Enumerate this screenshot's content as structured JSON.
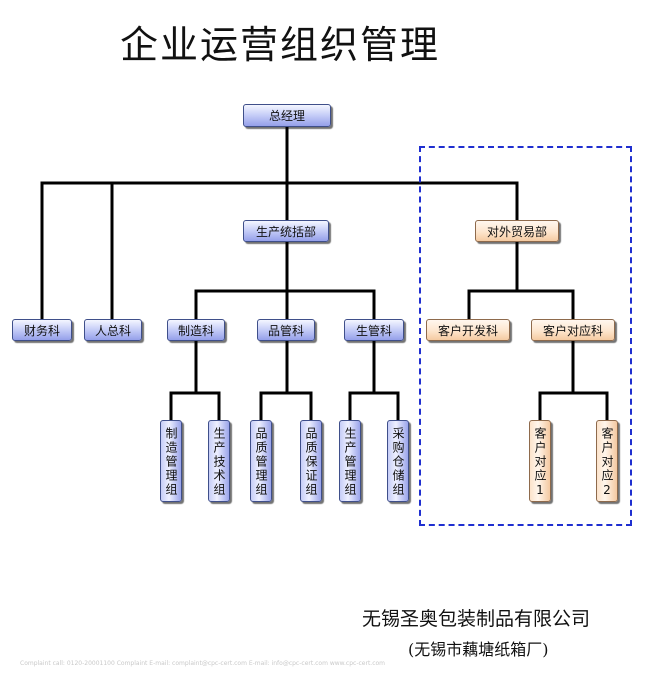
{
  "title": "企业运营组织管理",
  "nodes": {
    "ceo": "总经理",
    "finance": "财务科",
    "hr": "人总科",
    "production_dept": "生产统括部",
    "trade_dept": "对外贸易部",
    "manufacturing": "制造科",
    "quality": "品管科",
    "production_mgmt": "生管科",
    "customer_dev": "客户开发科",
    "customer_response": "客户对应科",
    "mfg_mgmt_group": "制造管理组",
    "prod_tech_group": "生产技术组",
    "quality_mgmt_group": "品质管理组",
    "quality_assure_group": "品质保证组",
    "prod_mgmt_group": "生产管理组",
    "purchase_storage_group": "采购仓储组",
    "customer_response_1": "客户对应1",
    "customer_response_2": "客户对应2"
  },
  "company": {
    "name": "无锡圣奥包装制品有限公司",
    "alias": "(无锡市藕塘纸箱厂)"
  },
  "footer": "Complaint call: 0120-20001100    Complaint E-mail: complaint@cpc-cert.com    E-mail: info@cpc-cert.com    www.cpc-cert.com",
  "colors": {
    "blue_node": "#aab3f0",
    "orange_node": "#fbd9b8",
    "dashed_box": "#1f2fd0",
    "lines": "#000000"
  }
}
